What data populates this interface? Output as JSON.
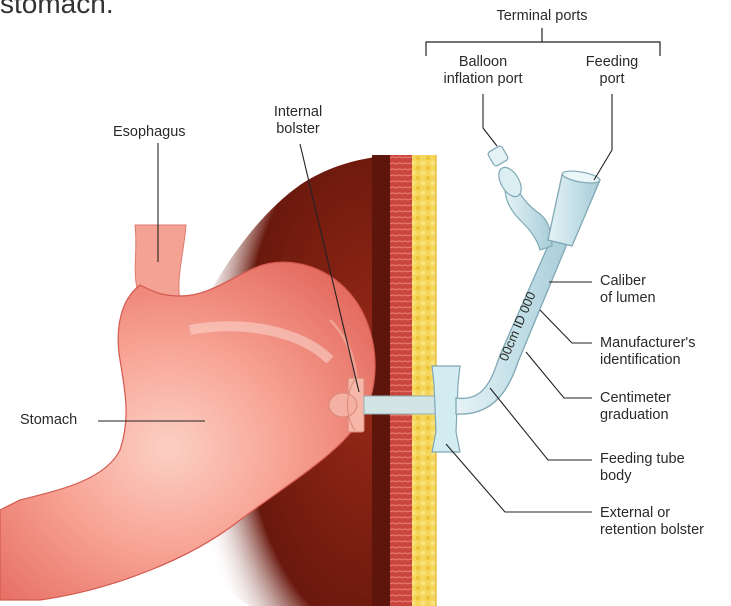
{
  "caption_fragment": "stomach.",
  "labels": {
    "terminal_ports": "Terminal ports",
    "balloon_port_line1": "Balloon",
    "balloon_port_line2": "inflation port",
    "feeding_port_line1": "Feeding",
    "feeding_port_line2": "port",
    "internal_bolster_line1": "Internal",
    "internal_bolster_line2": "bolster",
    "esophagus": "Esophagus",
    "stomach": "Stomach",
    "caliber_line1": "Caliber",
    "caliber_line2": "of lumen",
    "manufacturer_line1": "Manufacturer's",
    "manufacturer_line2": "identification",
    "centimeter_line1": "Centimeter",
    "centimeter_line2": "graduation",
    "tube_body_line1": "Feeding tube",
    "tube_body_line2": "body",
    "external_line1": "External or",
    "external_line2": "retention bolster"
  },
  "tube_marking": "00cm ID 000",
  "colors": {
    "stomach": "#f08a80",
    "stomach_highlight": "#fbc2b6",
    "abdominal_wall_dark": "#7a1e12",
    "muscle_layer": "#c8443e",
    "fat_layer": "#f4d24a",
    "tube": "#cfe6ec",
    "tube_outline": "#7fa8b4",
    "leader_line": "#222222"
  }
}
